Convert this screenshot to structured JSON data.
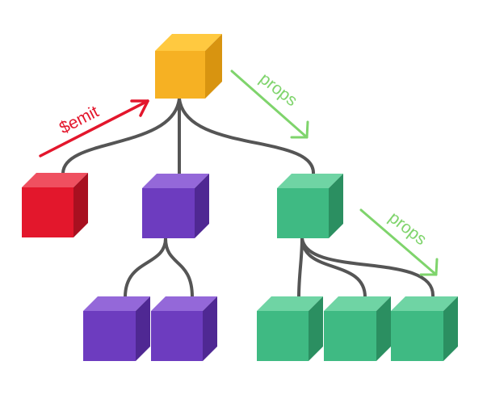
{
  "labels": {
    "emit": "$emit",
    "props_top": "props",
    "props_bottom": "props"
  },
  "colors": {
    "emit_arrow": "#e3162c",
    "props_arrow": "#7fd46c",
    "connector": "#555555",
    "orange": {
      "front": "#f6b123",
      "top": "#ffc940",
      "side": "#d89410"
    },
    "red": {
      "front": "#e3172c",
      "top": "#ef5060",
      "side": "#a81020"
    },
    "purple": {
      "front": "#6d3cbf",
      "top": "#9468d9",
      "side": "#4f2893"
    },
    "green": {
      "front": "#3fba83",
      "top": "#6fd4a4",
      "side": "#2b8f61"
    }
  },
  "nodes": [
    {
      "id": "root",
      "color": "orange",
      "role": "parent-component"
    },
    {
      "id": "red-child",
      "color": "red",
      "role": "child-component"
    },
    {
      "id": "purple-child",
      "color": "purple",
      "role": "child-component"
    },
    {
      "id": "green-child",
      "color": "green",
      "role": "child-component"
    },
    {
      "id": "purple-leaf-1",
      "color": "purple",
      "role": "grandchild-component"
    },
    {
      "id": "purple-leaf-2",
      "color": "purple",
      "role": "grandchild-component"
    },
    {
      "id": "green-leaf-1",
      "color": "green",
      "role": "grandchild-component"
    },
    {
      "id": "green-leaf-2",
      "color": "green",
      "role": "grandchild-component"
    },
    {
      "id": "green-leaf-3",
      "color": "green",
      "role": "grandchild-component"
    }
  ]
}
